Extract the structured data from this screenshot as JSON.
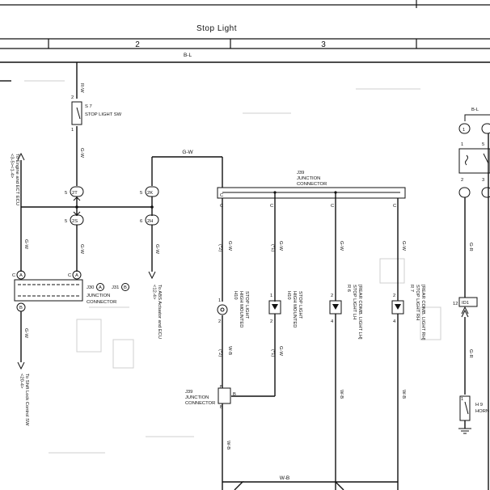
{
  "header": {
    "title": "Stop Light",
    "columns": [
      "2",
      "3"
    ]
  },
  "wires": {
    "top_bus": "B-L",
    "stop_sw_in": "R-W",
    "stop_sw_out": "G-W",
    "to_2K": "G-W",
    "left_trunk": "G-W",
    "to_abs": "G-W",
    "to_shift": "G-W",
    "bottom_bus": "W-B",
    "right_bl": "B-L",
    "right_gr": "G-R",
    "right_gr2": "G-R"
  },
  "components": {
    "s7": {
      "id": "S 7",
      "name": "STOP LIGHT SW",
      "pins": [
        "2",
        "1"
      ]
    },
    "j39_top": {
      "id": "J39",
      "name": "JUNCTION\nCONNECTOR",
      "pins": [
        "C",
        "C",
        "C",
        "C",
        "C",
        "C"
      ]
    },
    "j39_bottom": {
      "id": "J39",
      "name": "JUNCTION\nCONNECTOR",
      "pins": [
        "B",
        "B",
        "B"
      ]
    },
    "j30": {
      "ref": "J30",
      "ref2": "J31",
      "pinA": "A",
      "pinB": "B",
      "name": "JUNCTION\nCONNECTOR",
      "pins": [
        "A",
        "A",
        "B"
      ],
      "c_labels": [
        "C",
        "C"
      ]
    },
    "h10_a": {
      "id": "H10",
      "name": "HIGH MOUNTED\nSTOP LIGHT",
      "pins": [
        "1",
        "2"
      ],
      "variant_top": "(*2)",
      "variant_bottom": "(*2)",
      "wire_top": "G-W",
      "wire_bottom": "W-B"
    },
    "h10_b": {
      "id": "H10",
      "name": "HIGH MOUNTED\nSTOP LIGHT",
      "pins": [
        "1",
        "2"
      ],
      "variant_top": "(*1)",
      "variant_bottom": "(*1)",
      "wire_top": "G-W",
      "wire_bottom": "G-W"
    },
    "r6": {
      "id": "R 6",
      "name": "STOP LIGHT LH\n[REAR COMB. LIGHT LH]",
      "pins": [
        "2",
        "4"
      ],
      "wire_top": "G-W",
      "wire_bottom": "W-B"
    },
    "r7": {
      "id": "R 7",
      "name": "STOP LIGHT RH\n[REAR COMB. LIGHT RH]",
      "pins": [
        "2",
        "4"
      ],
      "wire_top": "G-W",
      "wire_bottom": "W-B"
    },
    "h9": {
      "id": "H 9",
      "name": "HORN",
      "pins": [
        "1"
      ]
    },
    "id1": {
      "id": "ID1",
      "pin": "12"
    },
    "relay": {
      "pins": [
        "1",
        "5",
        "2",
        "3"
      ]
    }
  },
  "connectors": {
    "c2T": {
      "pin": "5",
      "code": "2T"
    },
    "c2S": {
      "pin": "5",
      "code": "2S"
    },
    "c2K": {
      "pin": "5",
      "code": "2K"
    },
    "c2H": {
      "pin": "6",
      "code": "2H"
    }
  },
  "annotations": {
    "to_engine": "To Engine and ECT ECU\n<3-5><1-4>",
    "to_abs": "To ABS Actuator and ECU\n<12-4>",
    "to_shift": "To Shift Lock Control SW\n<20-4>"
  },
  "icons": [
    "relay-contact-icon",
    "lamp-icon",
    "led-icon",
    "switch-icon",
    "ground-icon",
    "arrow-icon"
  ]
}
